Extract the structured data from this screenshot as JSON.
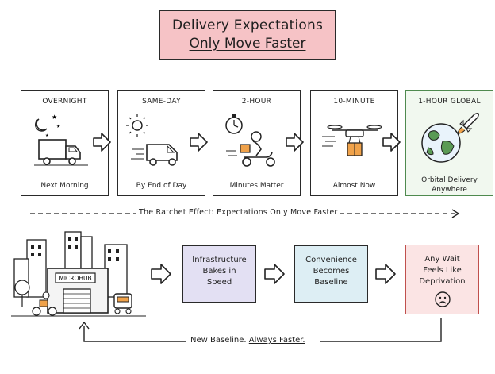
{
  "title": {
    "line1": "Delivery Expectations",
    "line2": "Only Move Faster"
  },
  "stages": [
    {
      "label": "OVERNIGHT",
      "caption": "Next Morning"
    },
    {
      "label": "SAME-DAY",
      "caption": "By End of Day"
    },
    {
      "label": "2-HOUR",
      "caption": "Minutes Matter"
    },
    {
      "label": "10-MINUTE",
      "caption": "Almost Now"
    },
    {
      "label": "1-HOUR GLOBAL",
      "caption_line1": "Orbital Delivery",
      "caption_line2": "Anywhere"
    }
  ],
  "ratchet_label": "The Ratchet Effect: Expectations Only Move Faster",
  "microhub_sign": "MICROHUB",
  "cycle": [
    {
      "lines": [
        "Infrastructure",
        "Bakes in",
        "Speed"
      ],
      "color": "#e3e0f3"
    },
    {
      "lines": [
        "Convenience",
        "Becomes",
        "Baseline"
      ],
      "color": "#ddeef4"
    },
    {
      "lines": [
        "Any Wait",
        "Feels Like",
        "Deprivation"
      ],
      "color": "#fbe4e4"
    }
  ],
  "feedback": {
    "text_plain": "New Baseline. ",
    "text_underlined": "Always Faster."
  },
  "colors": {
    "title_bg": "#f6c3c6",
    "global_card_border": "#4f8a4f",
    "deprivation_border": "#c0504d"
  }
}
